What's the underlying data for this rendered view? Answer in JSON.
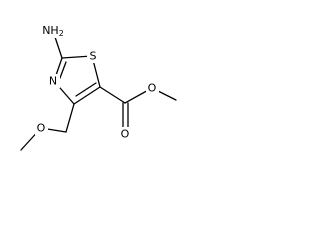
{
  "molecule": {
    "atoms": {
      "amino": "NH",
      "amino_subscript": "2",
      "ring_sulfur": "S",
      "ring_nitrogen": "N",
      "ether_oxygen": "O",
      "carbonyl_oxygen": "O",
      "ester_oxygen": "O"
    }
  },
  "colors": {
    "bond": "#000000",
    "background": "#ffffff"
  }
}
